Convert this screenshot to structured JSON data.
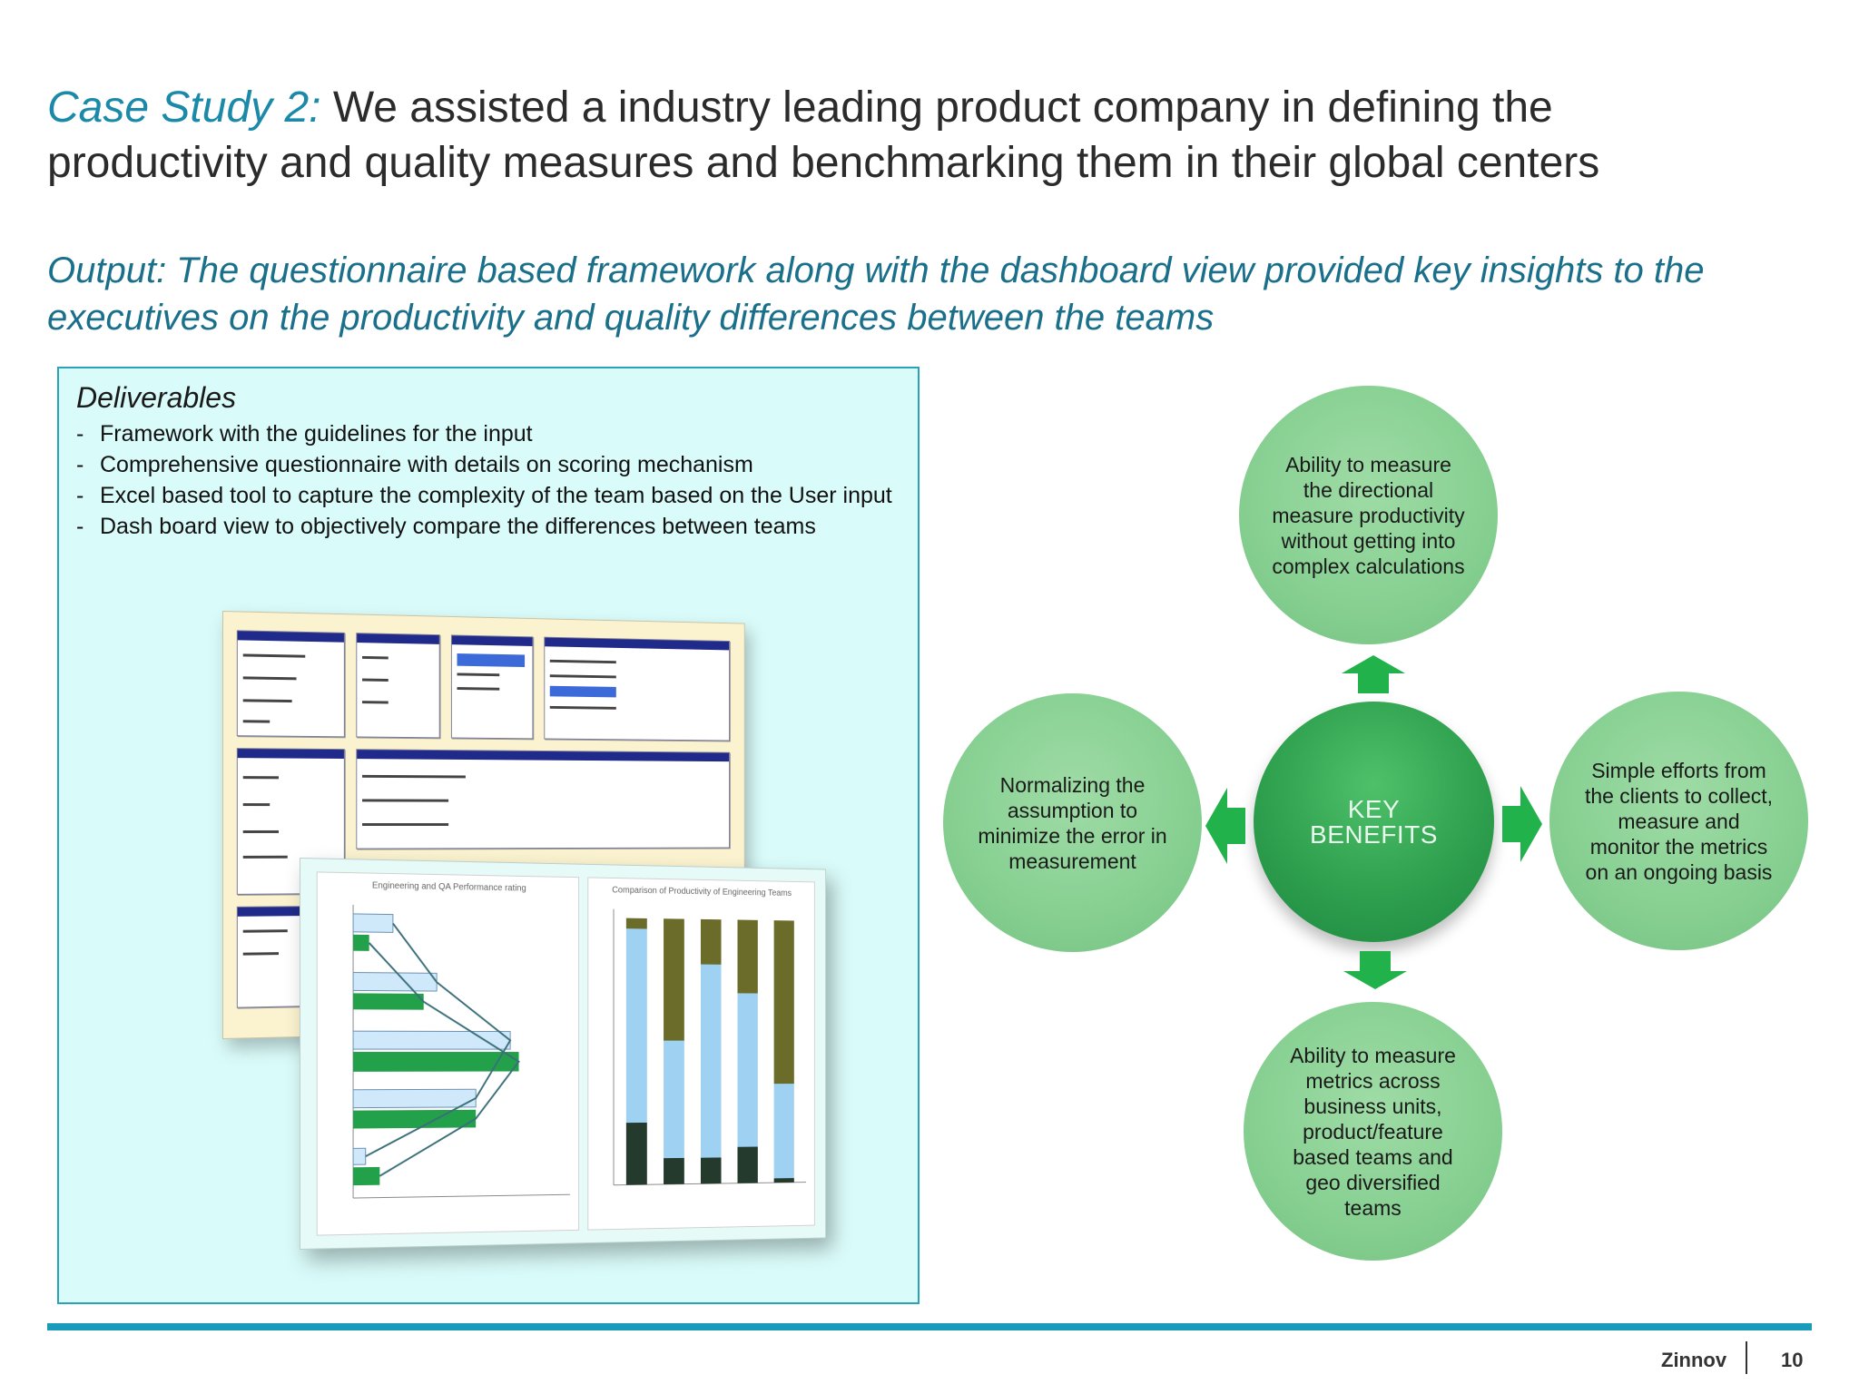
{
  "title": {
    "case_label": "Case Study 2:",
    "text": " We assisted a industry leading product company in defining the productivity and quality measures and benchmarking them in their global centers"
  },
  "subtitle": "Output: The questionnaire based framework along with the  dashboard view provided key insights to the executives on the productivity and quality differences between the teams",
  "deliverables": {
    "heading": "Deliverables",
    "items": [
      " Framework with the guidelines for the input",
      "Comprehensive questionnaire with details on scoring mechanism",
      " Excel based tool to capture the complexity of the team based on the User input",
      "Dash board view to objectively compare the differences between teams"
    ]
  },
  "dashboard": {
    "left_chart_caption": "Engineering and QA Performance rating",
    "right_chart_caption": "Comparison of Productivity of Engineering Teams"
  },
  "key_benefits": {
    "center": "KEY BENEFITS",
    "top": "Ability to measure the directional measure productivity without getting into complex calculations",
    "left": "Normalizing the assumption to minimize the error in measurement",
    "right": "Simple efforts from the clients to collect, measure and monitor the metrics on an ongoing basis",
    "bottom": "Ability to measure metrics across business units, product/feature based teams and geo diversified teams"
  },
  "footer": {
    "brand": "Zinnov",
    "page": "10"
  },
  "colors": {
    "title_accent": "#1a8aa8",
    "subtitle": "#1a6f8a",
    "box_fill": "#d9fbf9",
    "box_border": "#2aa3b8",
    "benefit_circle": "#86cf91",
    "center_circle": "#2ea04e",
    "arrow": "#22b24c",
    "footer_rule": "#1a9bbb"
  }
}
